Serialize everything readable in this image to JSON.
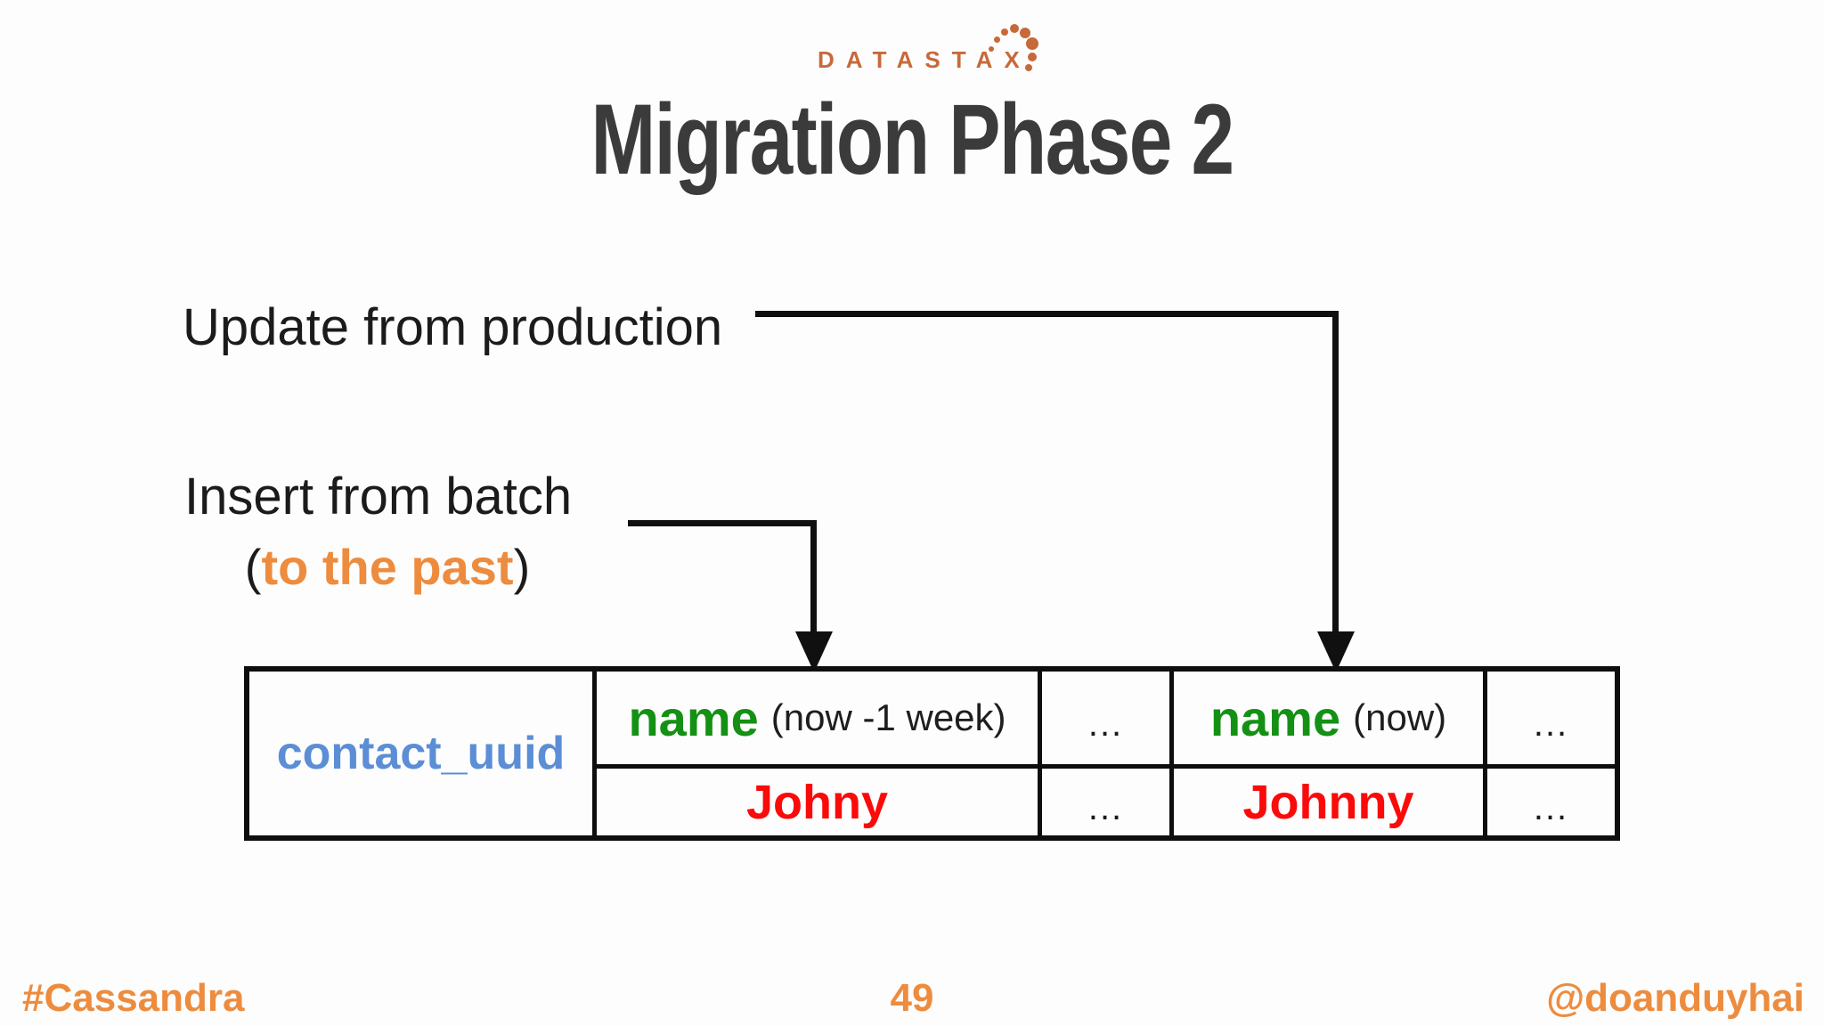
{
  "logo": {
    "text": "DATASTAX"
  },
  "title": "Migration Phase 2",
  "annotations": {
    "update_label": "Update from production",
    "insert_label": "Insert from batch",
    "insert_paren_open": "(",
    "insert_emphasis": "to the past",
    "insert_paren_close": ")"
  },
  "table": {
    "row_key": "contact_uuid",
    "header": [
      {
        "name": "name",
        "qualifier": "(now -1 week)"
      },
      {
        "name": "..."
      },
      {
        "name": "name",
        "qualifier": "(now)"
      },
      {
        "name": "..."
      }
    ],
    "values": [
      "Johny",
      "...",
      "Johnny",
      "..."
    ]
  },
  "footer": {
    "hashtag": "#Cassandra",
    "page_number": "49",
    "handle": "@doanduyhai"
  },
  "colors": {
    "logo_orange": "#c8693a",
    "accent_orange": "#ed8c3e",
    "key_blue": "#5b8ed5",
    "column_green": "#149114",
    "value_red": "#fb0a0a",
    "title_gray": "#3b3b3b",
    "arrow_black": "#101010"
  }
}
